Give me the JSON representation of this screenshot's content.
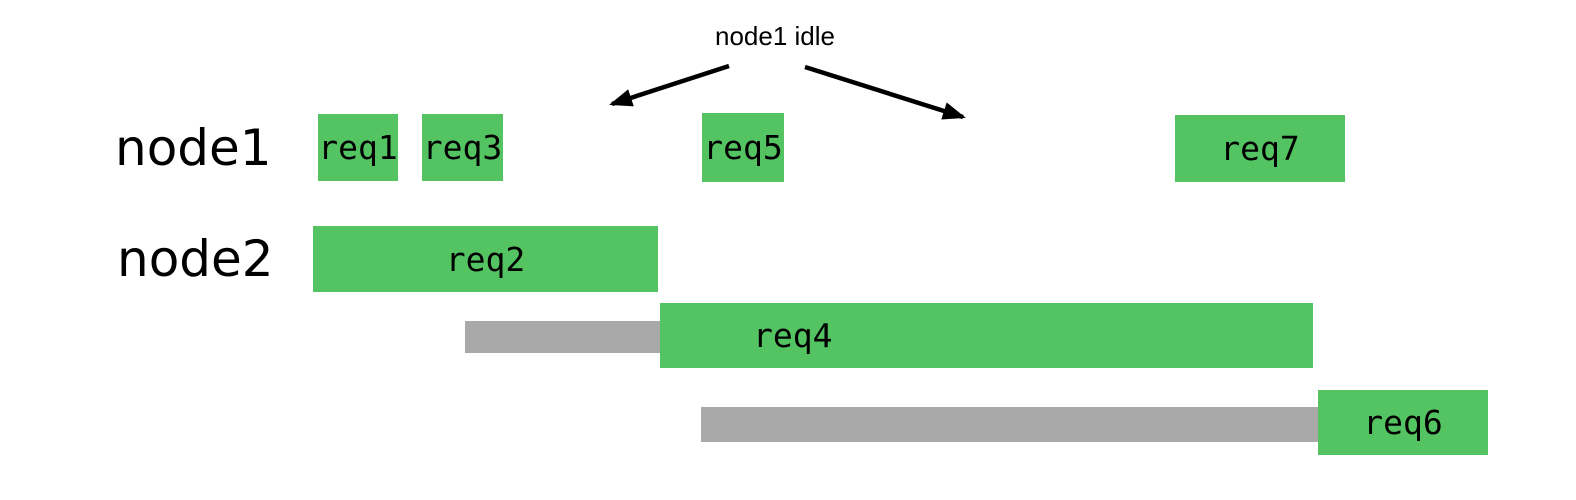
{
  "diagram": {
    "annotation": {
      "label": "node1 idle"
    },
    "lanes": [
      {
        "id": "node1",
        "label": "node1"
      },
      {
        "id": "node2",
        "label": "node2"
      }
    ],
    "bars": [
      {
        "id": "req1",
        "label": "req1",
        "lane": "node1",
        "type": "execution"
      },
      {
        "id": "req2",
        "label": "req2",
        "lane": "node2",
        "type": "execution"
      },
      {
        "id": "req3",
        "label": "req3",
        "lane": "node1",
        "type": "execution"
      },
      {
        "id": "wait-req4",
        "label": "",
        "lane": "node2",
        "type": "waiting"
      },
      {
        "id": "req4",
        "label": "req4",
        "lane": "node2",
        "type": "execution"
      },
      {
        "id": "req5",
        "label": "req5",
        "lane": "node1",
        "type": "execution"
      },
      {
        "id": "wait-req6",
        "label": "",
        "lane": "node2",
        "type": "waiting"
      },
      {
        "id": "req6",
        "label": "req6",
        "lane": "node2",
        "type": "execution"
      },
      {
        "id": "req7",
        "label": "req7",
        "lane": "node1",
        "type": "execution"
      }
    ],
    "colors": {
      "execution_green": "#54c361",
      "waiting_gray": "#a9a9a9",
      "text": "#000000",
      "background": "#ffffff"
    }
  }
}
